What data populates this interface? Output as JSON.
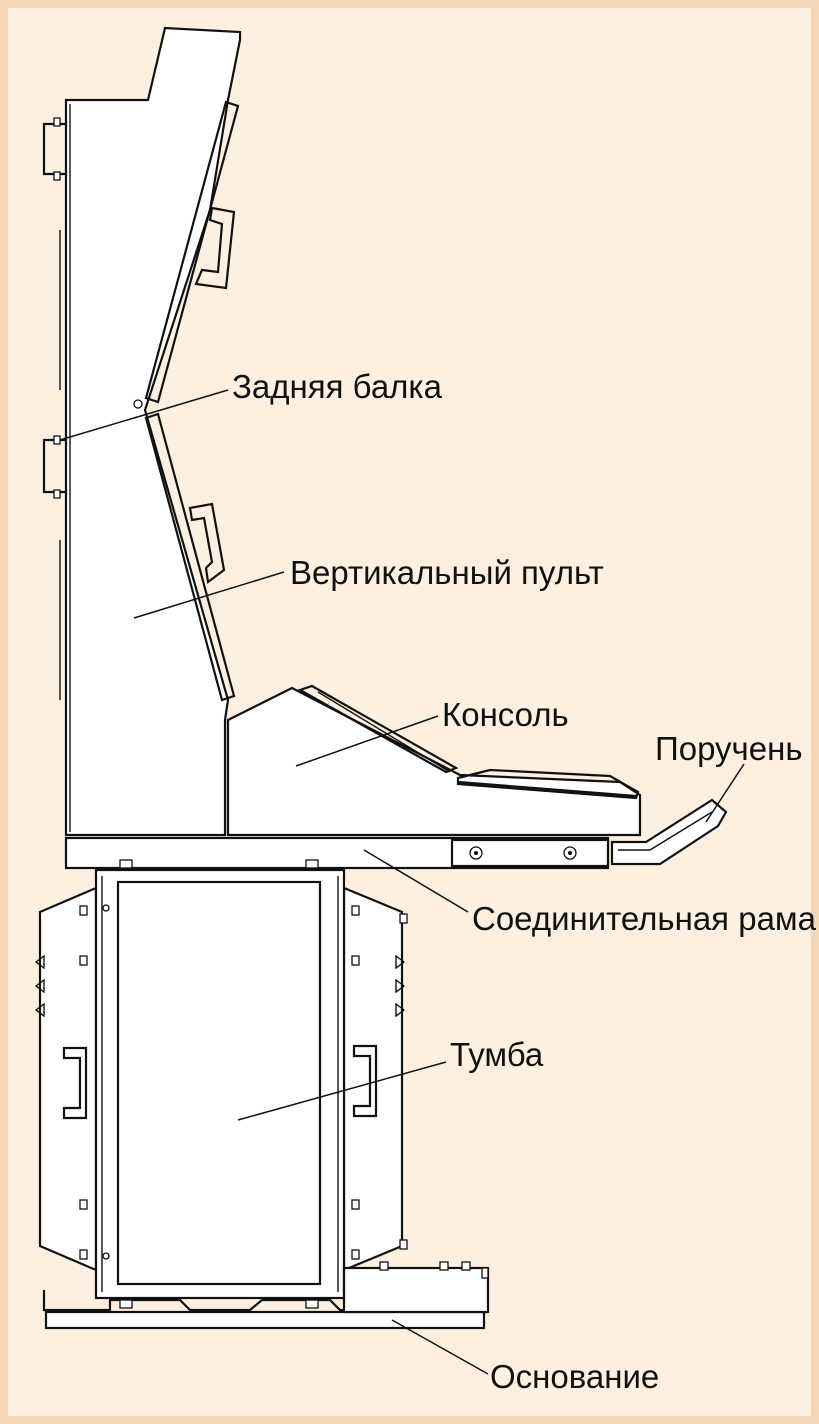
{
  "figure": {
    "labels": {
      "rear_beam": "Задняя балка",
      "vertical_console": "Вертикальный пульт",
      "console": "Консоль",
      "handrail": "Поручень",
      "connecting_frame": "Соединительная рама",
      "cabinet": "Тумба",
      "base": "Основание"
    },
    "colors": {
      "background": "#fdf0e0",
      "border": "#f3d7b6",
      "line": "#111111"
    }
  }
}
